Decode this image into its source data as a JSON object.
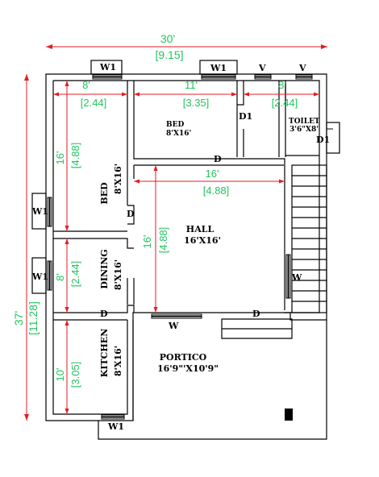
{
  "colors": {
    "walls": "#000000",
    "dimension_lines": "#e11d24",
    "dimension_text": "#22c55e",
    "background": "#ffffff"
  },
  "overall": {
    "width_ft": "30'",
    "width_m": "[9.15]",
    "depth_ft": "37'",
    "depth_m": "[11.28]"
  },
  "rooms": {
    "bed_top": {
      "name": "BED",
      "size": "8'X16'"
    },
    "toilet": {
      "name": "TOILET",
      "size": "3'6\"X8'"
    },
    "bed_left": {
      "name": "BED",
      "size": "8'X16'"
    },
    "hall": {
      "name": "HALL",
      "size": "16'X16'"
    },
    "dining": {
      "name": "DINING",
      "size": "8'X16'"
    },
    "kitchen": {
      "name": "KITCHEN",
      "size": "8'X16'"
    },
    "portico": {
      "name": "PORTICO",
      "size": "16'9\"'X10'9\""
    }
  },
  "dimensions": {
    "top_left": {
      "ft": "8'",
      "m": "[2.44]"
    },
    "top_mid": {
      "ft": "11'",
      "m": "[3.35]"
    },
    "top_right": {
      "ft": "8'",
      "m": "[2.44]"
    },
    "hall_width": {
      "ft": "16'",
      "m": "[4.88]"
    },
    "bed_depth": {
      "ft": "16'",
      "m": "[4.88]"
    },
    "hall_depth": {
      "ft": "16'",
      "m": "[4.88]"
    },
    "dining_depth": {
      "ft": "8'",
      "m": "[2.44]"
    },
    "kitchen_depth": {
      "ft": "10'",
      "m": "[3.05]"
    }
  },
  "marks": {
    "window": "W1",
    "ventilator": "V",
    "door": "D",
    "door_d1": "D1",
    "window_w": "W"
  }
}
